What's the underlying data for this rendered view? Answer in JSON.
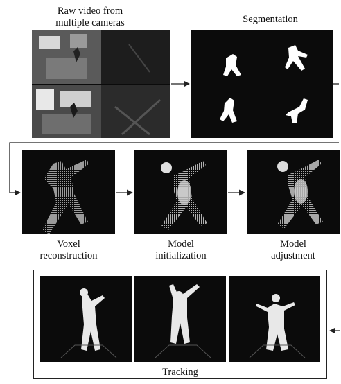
{
  "stages": {
    "raw_video": {
      "label": "Raw video from\nmultiple cameras"
    },
    "segmentation": {
      "label": "Segmentation"
    },
    "voxel": {
      "label": "Voxel\nreconstruction"
    },
    "model_init": {
      "label": "Model\ninitialization"
    },
    "model_adjust": {
      "label": "Model\nadjustment"
    },
    "tracking": {
      "label": "Tracking"
    }
  },
  "colors": {
    "background": "#ffffff",
    "panel": "#0b0b0b",
    "silhouette": "#ffffff",
    "arrow": "#222222"
  }
}
